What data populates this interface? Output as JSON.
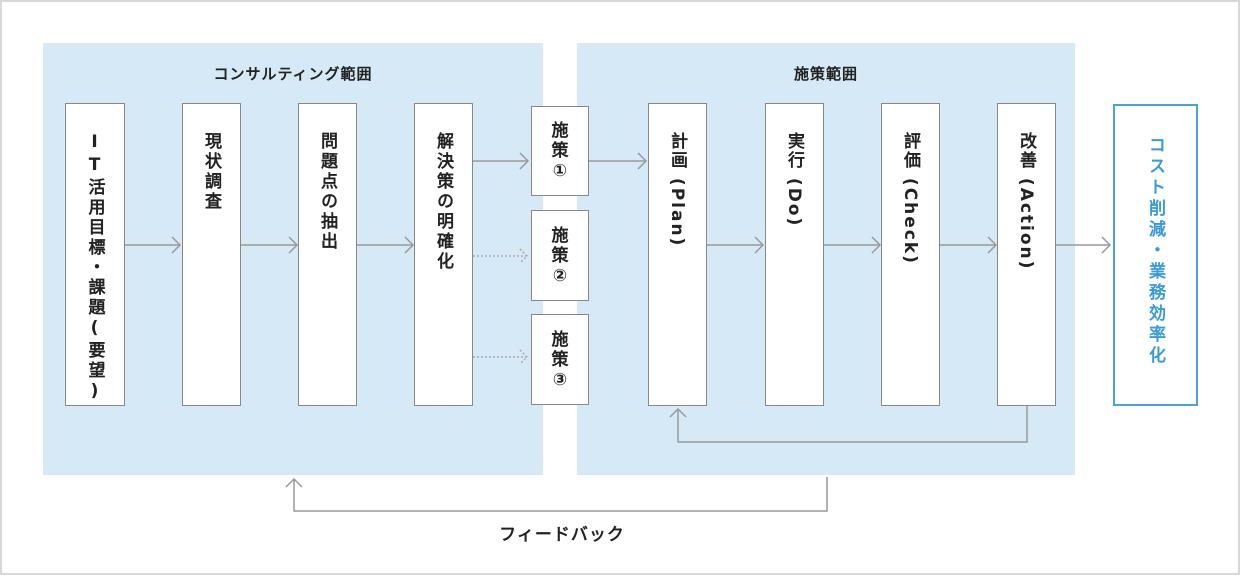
{
  "regions": {
    "consulting": {
      "title": "コンサルティング範囲"
    },
    "implementation": {
      "title": "施策範囲"
    }
  },
  "consulting_steps": [
    {
      "label": "IT活用目標・課題(要望)"
    },
    {
      "label": "現状調査"
    },
    {
      "label": "問題点の抽出"
    },
    {
      "label": "解決策の明確化"
    }
  ],
  "measures": [
    {
      "line1": "施",
      "line2": "策",
      "line3": "①"
    },
    {
      "line1": "施",
      "line2": "策",
      "line3": "②"
    },
    {
      "line1": "施",
      "line2": "策",
      "line3": "③"
    }
  ],
  "pdca_steps": [
    {
      "label": "計画 (Plan)"
    },
    {
      "label": "実行 (Do)"
    },
    {
      "label": "評価 (Check)"
    },
    {
      "label": "改善 (Action)"
    }
  ],
  "result": {
    "label": "コスト削減・業務効率化"
  },
  "feedback": {
    "label": "フィードバック"
  },
  "colors": {
    "region_fill": "#d5e9f7",
    "result_accent": "#3a9ad9",
    "line": "#999999"
  }
}
